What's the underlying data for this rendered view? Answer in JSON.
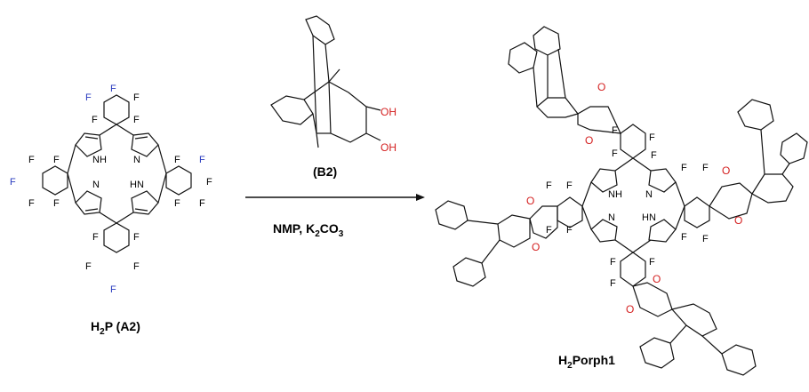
{
  "reactant_a": {
    "label_main": "H",
    "label_sub": "2",
    "label_rest": "P (A2)",
    "atom_F": "F",
    "atom_NH": "NH",
    "atom_HN": "HN",
    "atom_N": "N"
  },
  "reactant_b": {
    "label": "(B2)",
    "atom_OH": "OH"
  },
  "conditions": {
    "part1": "NMP, K",
    "sub": "2",
    "part2": "CO",
    "sub2": "3"
  },
  "product": {
    "label_main": "H",
    "label_sub": "2",
    "label_rest": "Porph1",
    "atom_F": "F",
    "atom_O": "O",
    "atom_NH": "NH",
    "atom_HN": "HN",
    "atom_N": "N"
  },
  "colors": {
    "fluorine_highlight": "#2a3bbf",
    "oxygen": "#d42020",
    "bond": "#111111"
  }
}
